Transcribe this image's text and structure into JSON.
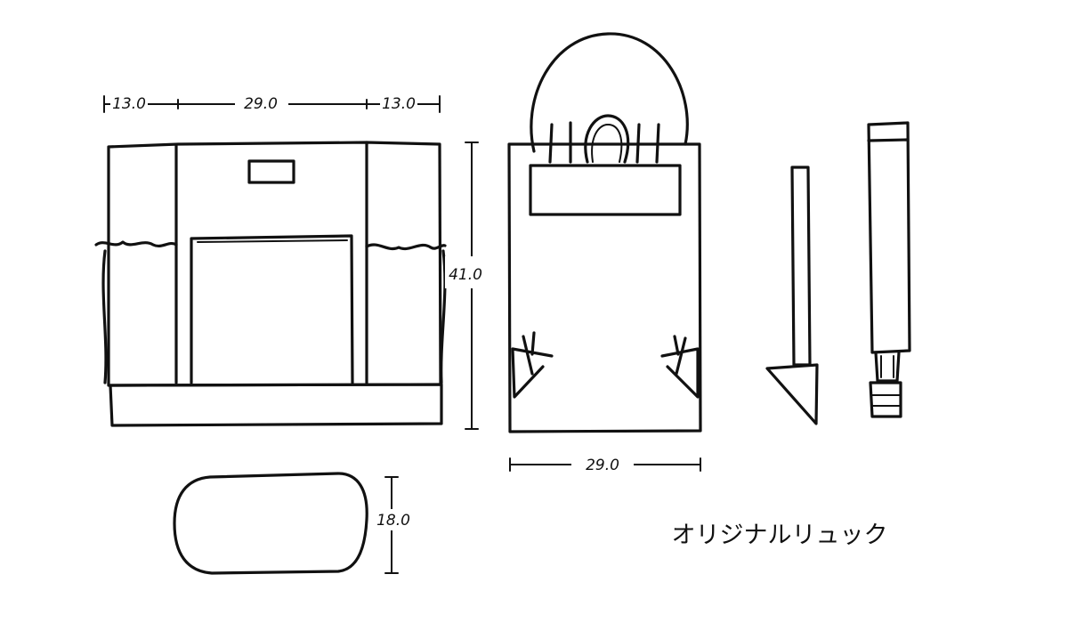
{
  "diagram": {
    "title": "オリジナルリュック",
    "dimensions": {
      "front_left_width": "13.0",
      "front_center_width": "29.0",
      "front_right_width": "13.0",
      "height": "41.0",
      "side_width": "29.0",
      "bottom_depth": "18.0"
    },
    "views": [
      {
        "name": "front-view",
        "icon": "backpack-front"
      },
      {
        "name": "back-view",
        "icon": "backpack-back"
      },
      {
        "name": "bottom-view",
        "icon": "backpack-bottom"
      },
      {
        "name": "stake-part",
        "icon": "stake"
      },
      {
        "name": "pole-part",
        "icon": "pole"
      }
    ]
  }
}
